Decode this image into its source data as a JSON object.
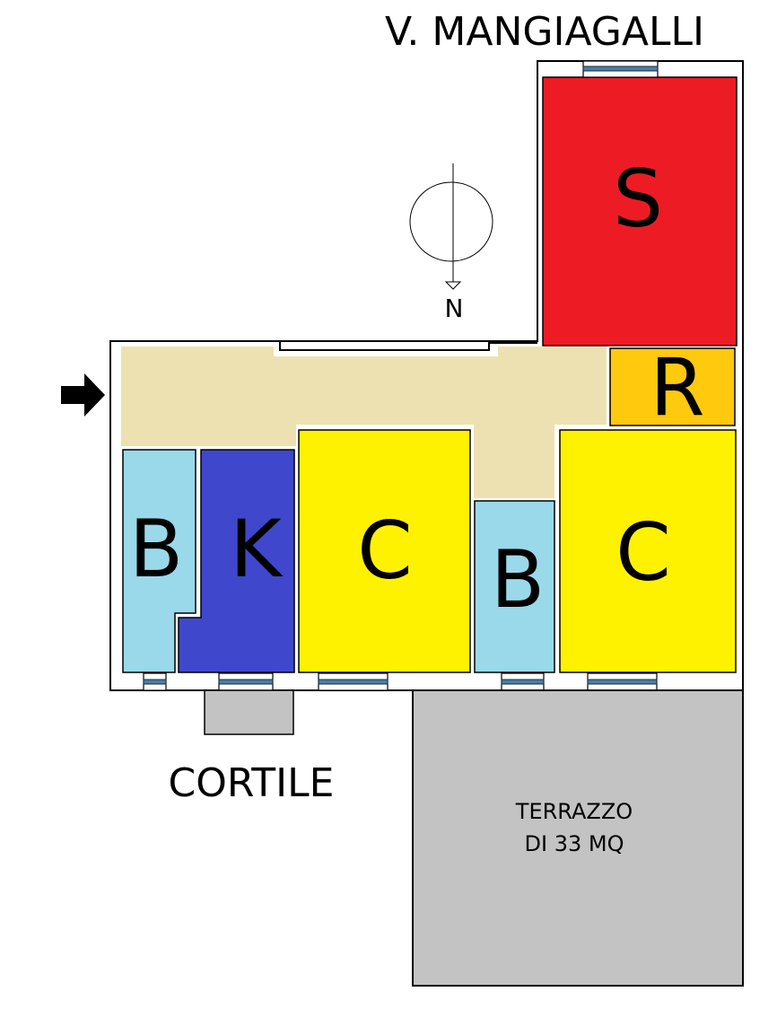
{
  "title": "V. MANGIAGALLI",
  "compass": {
    "label": "N"
  },
  "rooms": [
    {
      "id": "soggiorno",
      "label": "S",
      "color": "#ED1C24"
    },
    {
      "id": "ripostiglio",
      "label": "R",
      "color": "#FFC90E"
    },
    {
      "id": "bagno-1",
      "label": "B",
      "color": "#99D9EA"
    },
    {
      "id": "cucina",
      "label": "K",
      "color": "#3F48CC"
    },
    {
      "id": "camera-1",
      "label": "C",
      "color": "#FFF200"
    },
    {
      "id": "bagno-2",
      "label": "B",
      "color": "#99D9EA"
    },
    {
      "id": "camera-2",
      "label": "C",
      "color": "#FFF200"
    }
  ],
  "hall_color": "#EEE1B1",
  "courtyard": {
    "label": "CORTILE"
  },
  "terrace": {
    "line1": "TERRAZZO",
    "line2": "DI 33 MQ",
    "color": "#C3C3C3"
  }
}
